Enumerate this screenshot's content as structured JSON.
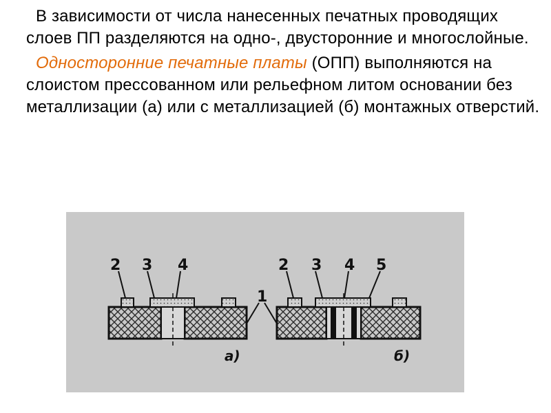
{
  "intro_paragraph": "В зависимости от числа нанесенных печатных проводящих слоев ПП разделяются на одно-, двусторонние и многослойные.",
  "opp_paragraph": {
    "term": "Односторонние печатные платы",
    "rest": " (ОПП) выполняются на слоистом прессованном или рельефном литом основании без металлизации (а) или с металлизацией (б) монтажных отверстий."
  },
  "figure": {
    "labels_a": [
      "2",
      "3",
      "4"
    ],
    "label_common": "1",
    "labels_b": [
      "2",
      "3",
      "4",
      "5"
    ],
    "caption_a": "а)",
    "caption_b": "б)"
  },
  "colors": {
    "accent": "#e26b0a",
    "figure_background": "#c9c9c9"
  }
}
